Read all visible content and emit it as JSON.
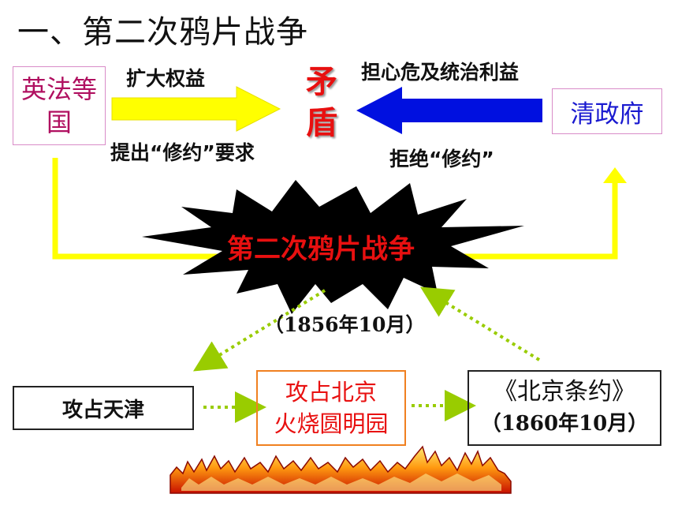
{
  "title": "一、第二次鸦片战争",
  "left_party": "英法等国",
  "right_party": "清政府",
  "left_motive": "扩大权益",
  "left_demand": "提出“修约”要求",
  "right_motive": "担心危及统治利益",
  "right_action": "拒绝“修约”",
  "conflict": "矛盾",
  "war": "第二次鸦片战争",
  "war_start": "（1856年10月）",
  "events": {
    "tianjin": "攻占天津",
    "beijing_line1": "攻占北京",
    "beijing_line2": "火烧圆明园",
    "treaty_name": "《北京条约》",
    "treaty_date": "（1860年10月）"
  },
  "colors": {
    "left_arrow": "#ffff00",
    "right_arrow": "#0010e0",
    "connector_line": "#ffff00",
    "dotted_arrow": "#99cc00",
    "explosion": "#000000",
    "red_text": "#e81010"
  },
  "icons": {
    "explosion": "explosion-burst-icon",
    "fire": "fire-flames-icon"
  }
}
